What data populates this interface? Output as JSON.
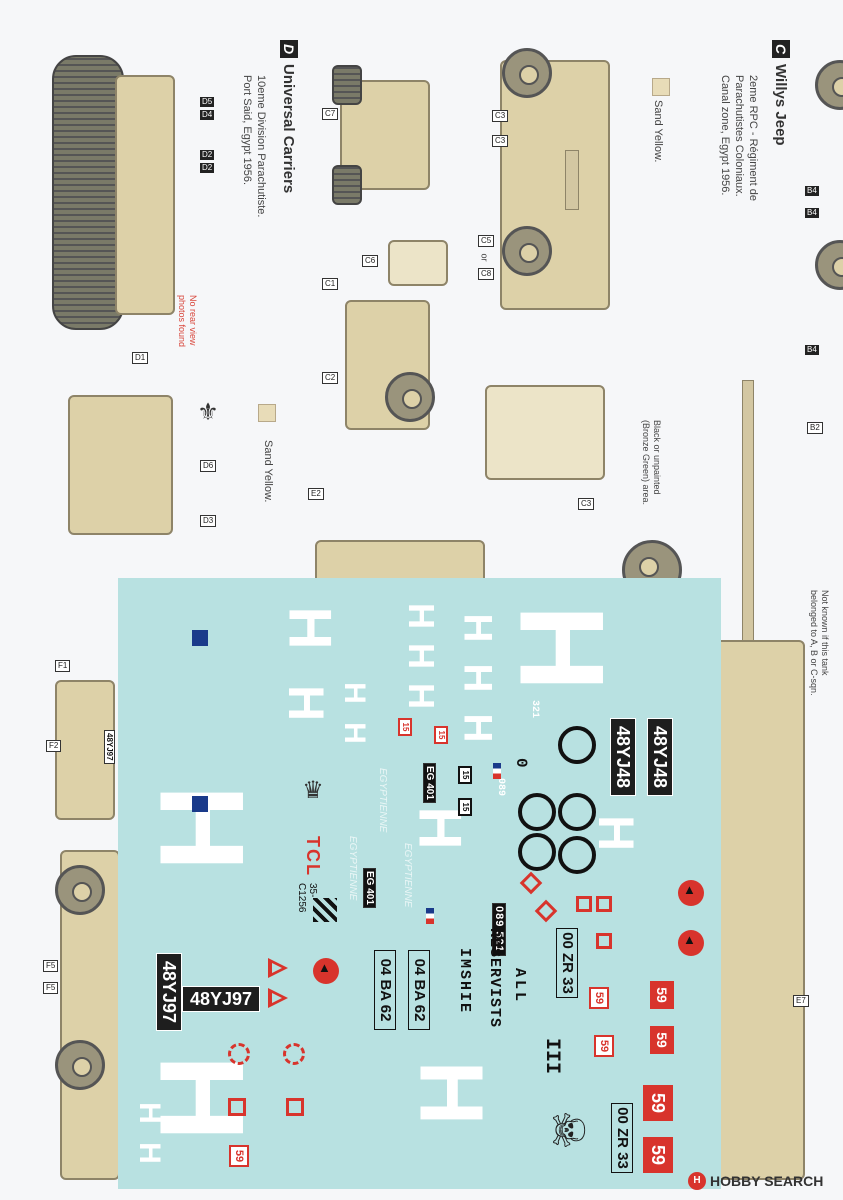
{
  "section_c": {
    "letter": "C",
    "title": "Willys Jeep",
    "unit_lines": [
      "2eme RPC - Régiment de",
      "Parachutistes Coloniaux.",
      "Canal zone, Egypt 1956."
    ],
    "swatch_label": "Sand Yellow.",
    "callouts": [
      "C3",
      "C3",
      "C7",
      "C5",
      "or",
      "C8",
      "C6",
      "C1",
      "C2",
      "C3"
    ],
    "note_black": [
      "Black or unpainted",
      "(Bronze Green) area."
    ]
  },
  "section_d": {
    "letter": "D",
    "title": "Universal Carriers",
    "unit_lines": [
      "10eme Division Parachutiste.",
      "Port Said, Egypt 1956."
    ],
    "swatch_label": "Sand Yellow.",
    "note_red": [
      "No rear view",
      "photos found"
    ],
    "callouts_dark": [
      "D5",
      "D4",
      "D2",
      "D2"
    ],
    "callouts": [
      "D1",
      "D6",
      "D3"
    ]
  },
  "section_b": {
    "callouts_dark": [
      "B4",
      "B4",
      "B4"
    ],
    "callouts": [
      "B2",
      "E7"
    ],
    "note_top": [
      "Not known if this tank",
      "belonged to A, B or C-sqn."
    ]
  },
  "section_e": {
    "callouts": [
      "E2"
    ]
  },
  "section_f": {
    "callouts": [
      "F1",
      "F2",
      "F5",
      "F5"
    ],
    "plate_text": "48YJ97"
  },
  "decals": {
    "plates": [
      "48YJ48",
      "48YJ48",
      "48YJ97",
      "48YJ97"
    ],
    "codes": [
      "00 ZR 33",
      "00 ZR 33",
      "04 BA 62",
      "04 BA 62",
      "EG 401",
      "EG 401",
      "089 521"
    ],
    "slogans": [
      "ALL",
      "RESERVISTS",
      "IMSHIE"
    ],
    "numbers": [
      "59",
      "59",
      "59",
      "59",
      "59",
      "59",
      "59",
      "15",
      "15",
      "15",
      "15"
    ],
    "small_text": [
      "321",
      "089",
      "0"
    ],
    "faint_text": [
      "EGYPTIENNE",
      "EGYPTIENNE",
      "EGYPTIENNE"
    ],
    "tcl": "TCL",
    "sheet_code": [
      "35-",
      "C1256"
    ],
    "roman": "III"
  },
  "watermark": {
    "logo": "H",
    "text": "HOBBY SEARCH"
  },
  "colors": {
    "decal_background": "#b8e1e1",
    "sand_yellow": "#e8dcb8",
    "marking_red": "#d8342c",
    "marking_blue": "#1a3a8a"
  }
}
